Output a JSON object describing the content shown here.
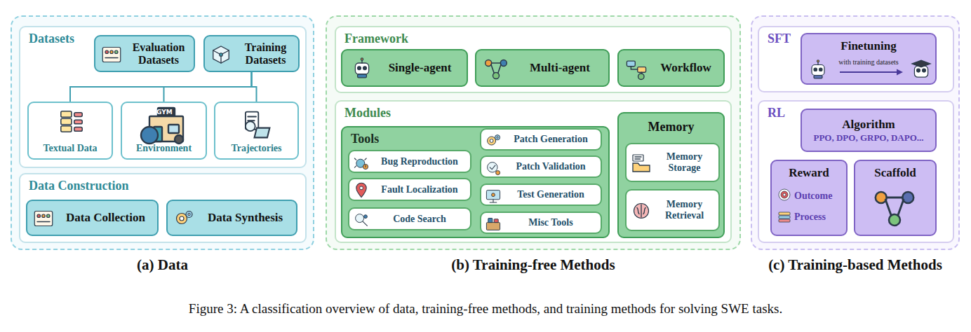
{
  "diagram": {
    "caption": "Figure 3: A classification overview of data, training-free methods, and training methods for solving SWE tasks.",
    "nodes": [
      {
        "text": [
          "(a) Data"
        ]
      },
      {
        "text": [
          "Datasets"
        ],
        "in": 0
      },
      {
        "text": [
          "Evaluation Datasets"
        ],
        "in": 1
      },
      {
        "text": [
          "Training Datasets"
        ],
        "in": 1
      },
      {
        "text": [
          "Textual Data"
        ],
        "in": 1
      },
      {
        "text": [
          "Environment"
        ],
        "in": 1
      },
      {
        "text": [
          "Trajectories"
        ],
        "in": 1
      },
      {
        "text": [
          "Data Construction"
        ],
        "in": 0
      },
      {
        "text": [
          "Data Collection"
        ],
        "in": 7
      },
      {
        "text": [
          "Data Synthesis"
        ],
        "in": 7
      },
      {
        "text": [
          "(b) Training-free Methods"
        ]
      },
      {
        "text": [
          "Framework"
        ],
        "in": 10
      },
      {
        "text": [
          "Single-agent"
        ],
        "in": 11
      },
      {
        "text": [
          "Multi-agent"
        ],
        "in": 11
      },
      {
        "text": [
          "Workflow"
        ],
        "in": 11
      },
      {
        "text": [
          "Modules"
        ],
        "in": 10
      },
      {
        "text": [
          "Tools"
        ],
        "in": 15
      },
      {
        "text": [
          "Bug Reproduction"
        ],
        "in": 16
      },
      {
        "text": [
          "Fault Localization"
        ],
        "in": 16
      },
      {
        "text": [
          "Code Search"
        ],
        "in": 16
      },
      {
        "text": [
          "Patch Generation"
        ],
        "in": 16
      },
      {
        "text": [
          "Patch Validation"
        ],
        "in": 16
      },
      {
        "text": [
          "Test Generation"
        ],
        "in": 16
      },
      {
        "text": [
          "Misc Tools"
        ],
        "in": 16
      },
      {
        "text": [
          "Memory"
        ],
        "in": 15
      },
      {
        "text": [
          "Memory Storage"
        ],
        "in": 24
      },
      {
        "text": [
          "Memory Retrieval"
        ],
        "in": 24
      },
      {
        "text": [
          "(c) Training-based Methods"
        ]
      },
      {
        "text": [
          "SFT"
        ],
        "in": 27
      },
      {
        "text": [
          "Finetuning",
          "with training datasets"
        ],
        "in": 28
      },
      {
        "text": [
          "RL"
        ],
        "in": 27
      },
      {
        "text": [
          "Algorithm",
          "PPO, DPO, GRPO, DAPO..."
        ],
        "in": 30
      },
      {
        "text": [
          "Reward",
          "Outcome",
          "Process"
        ],
        "in": 30
      },
      {
        "text": [
          "Scaffold"
        ],
        "in": 30
      }
    ],
    "edges": [
      {
        "from": 3,
        "to": 4,
        "arrow": "none"
      },
      {
        "from": 3,
        "to": 5,
        "arrow": "none"
      },
      {
        "from": 3,
        "to": 6,
        "arrow": "none"
      }
    ],
    "labels": [
      "GYM"
    ]
  }
}
